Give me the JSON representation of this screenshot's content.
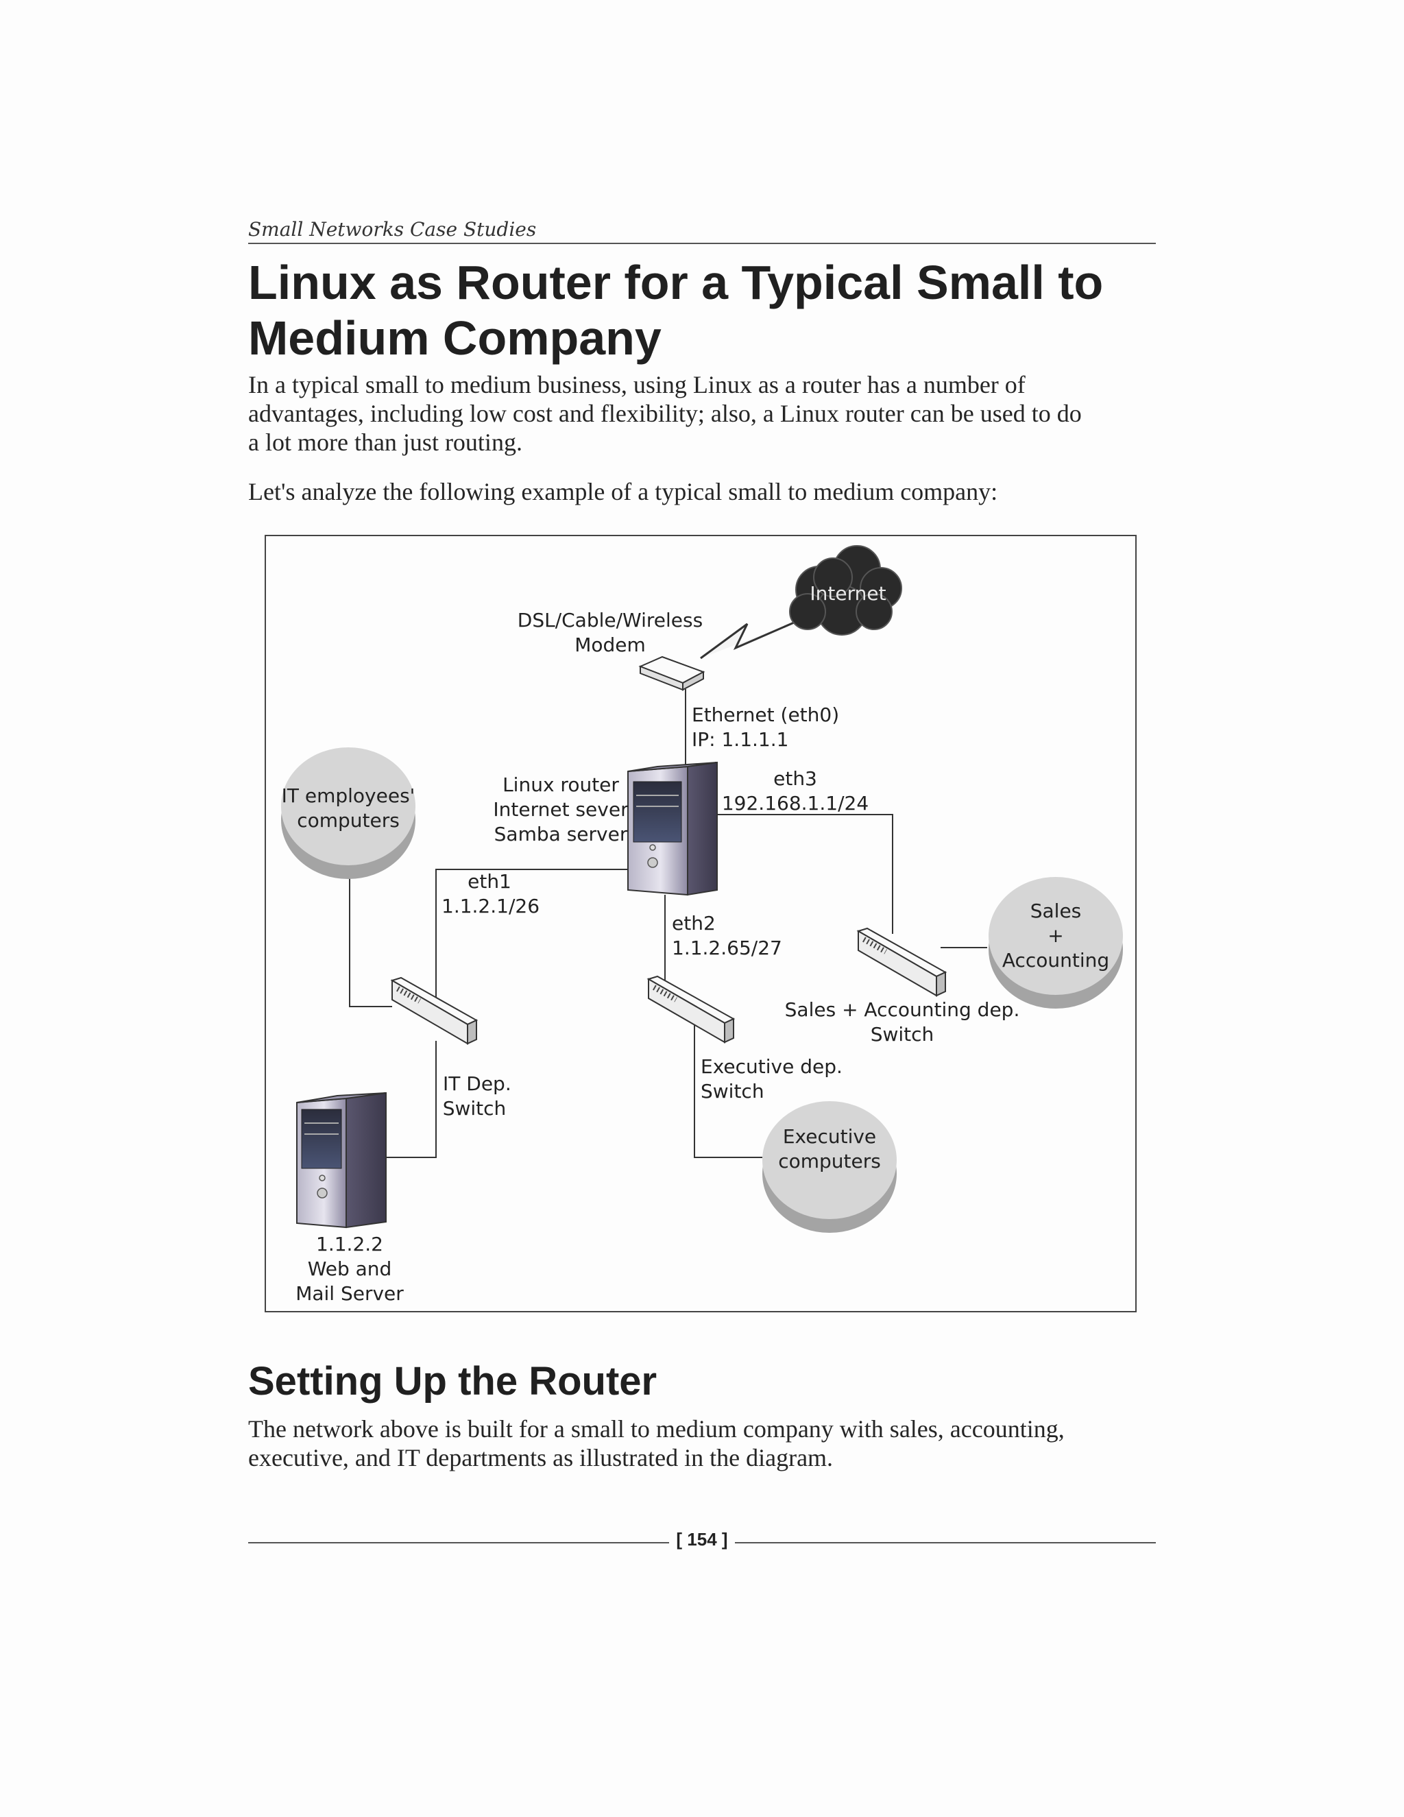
{
  "running_head": "Small Networks Case Studies",
  "title_lines": [
    "Linux as Router for a Typical Small to",
    "Medium Company"
  ],
  "intro_lines": [
    "In a typical small to medium business, using Linux as a router has a number of",
    "advantages, including low cost and flexibility; also, a Linux router can be used to do",
    "a lot more than just routing."
  ],
  "lead_in": "Let's analyze the following example of a typical small to medium company:",
  "diagram": {
    "internet": "Internet",
    "modem": [
      "DSL/Cable/Wireless",
      "Modem"
    ],
    "eth0": [
      "Ethernet (eth0)",
      "IP: 1.1.1.1"
    ],
    "router": [
      "Linux router",
      "Internet sever",
      "Samba server"
    ],
    "eth3": [
      "eth3",
      "192.168.1.1/24"
    ],
    "eth1": [
      "eth1",
      "1.1.2.1/26"
    ],
    "eth2": [
      "eth2",
      "1.1.2.65/27"
    ],
    "it_computers": [
      "IT employees'",
      "computers"
    ],
    "sales_group": [
      "Sales",
      "+",
      "Accounting"
    ],
    "sales_switch": [
      "Sales + Accounting dep.",
      "Switch"
    ],
    "executive_switch": [
      "Executive dep.",
      "Switch"
    ],
    "it_switch": [
      "IT Dep.",
      "Switch"
    ],
    "executive_computers": [
      "Executive",
      "computers"
    ],
    "web_server": [
      "1.1.2.2",
      "Web and",
      "Mail Server"
    ]
  },
  "section_title": "Setting Up the Router",
  "section_lines": [
    "The network above is built for a small to medium company with sales, accounting,",
    "executive, and IT departments as illustrated in the diagram."
  ],
  "page_number": "[ 154 ]"
}
